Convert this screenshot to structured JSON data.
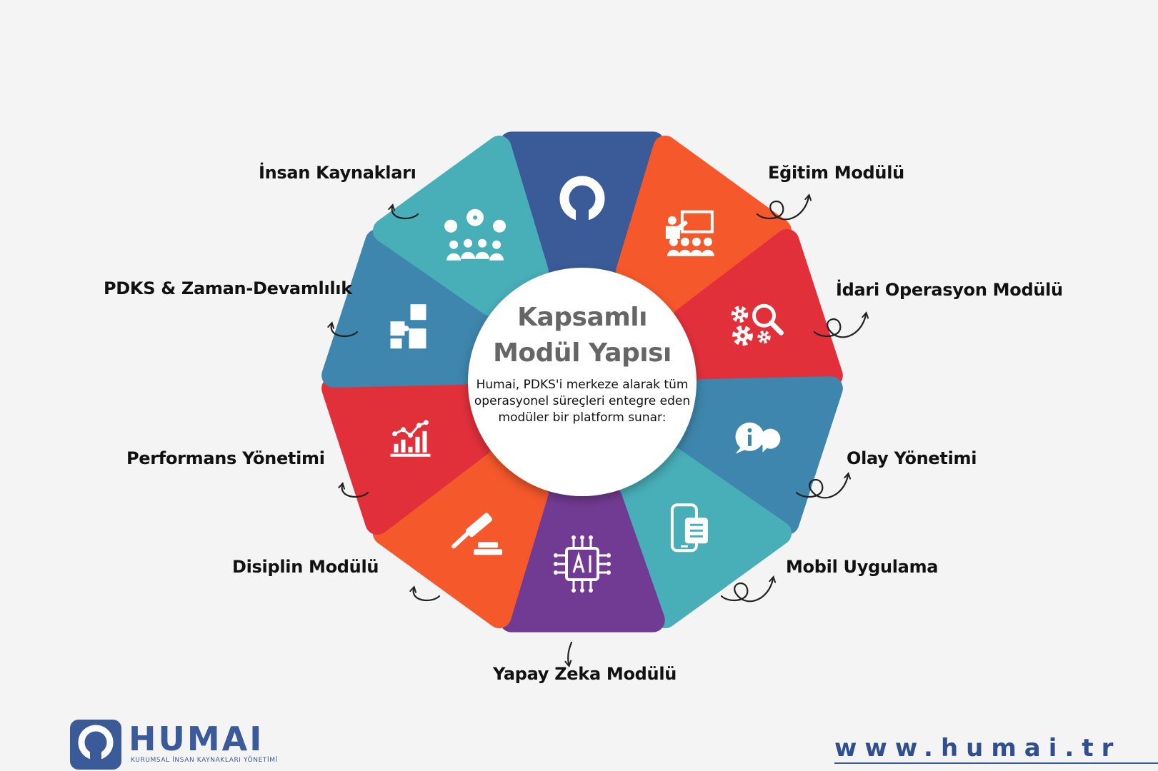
{
  "center": {
    "title_line1": "Kapsamlı",
    "title_line2": "Modül Yapısı",
    "description": "Humai, PDKS'i merkeze alarak tüm operasyonel süreçleri entegre eden modüler bir platform sunar:"
  },
  "modules": [
    {
      "label": "Humai",
      "icon": "humai-logo-icon",
      "color": "#3a5a98"
    },
    {
      "label": "Eğitim Modülü",
      "icon": "training-presentation-icon",
      "color": "#f5582a"
    },
    {
      "label": "İdari Operasyon Modülü",
      "icon": "gears-search-icon",
      "color": "#e2303b"
    },
    {
      "label": "Olay Yönetimi",
      "icon": "info-chat-icon",
      "color": "#3e86ad"
    },
    {
      "label": "Mobil Uygulama",
      "icon": "mobile-document-icon",
      "color": "#48aeb8"
    },
    {
      "label": "Yapay Zeka Modülü",
      "icon": "ai-chip-icon",
      "color": "#723b93"
    },
    {
      "label": "Disiplin Modülü",
      "icon": "gavel-icon",
      "color": "#f5582a"
    },
    {
      "label": "Performans Yönetimi",
      "icon": "bar-chart-icon",
      "color": "#e2303b"
    },
    {
      "label": "PDKS & Zaman-Devamlılık",
      "icon": "puzzle-icon",
      "color": "#3e86ad"
    },
    {
      "label": "İnsan Kaynakları",
      "icon": "people-network-icon",
      "color": "#48aeb8"
    }
  ],
  "brand": {
    "name": "HUMAI",
    "tagline": "KURUMSAL İNSAN KAYNAKLARI YÖNETİMİ",
    "website": "www.humai.tr",
    "color": "#3a5a98"
  }
}
